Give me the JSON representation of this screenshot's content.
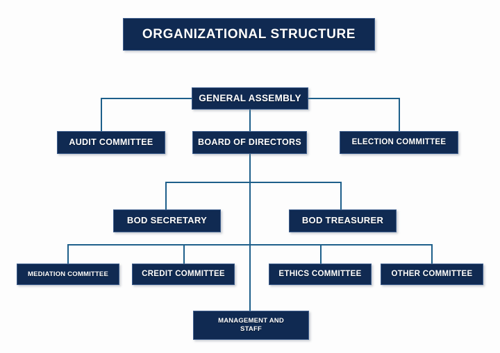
{
  "chart": {
    "kind": "organizational-chart",
    "title": "ORGANIZATIONAL STRUCTURE",
    "colors": {
      "node_fill": "#102a52",
      "node_border": "#3f5f8e",
      "connector": "#1d5f8a",
      "text": "#ffffff",
      "background": "#fdfdfd"
    },
    "nodes": {
      "general_assembly": "GENERAL ASSEMBLY",
      "audit_committee": "AUDIT COMMITTEE",
      "board_of_directors": "BOARD OF DIRECTORS",
      "election_committee": "ELECTION COMMITTEE",
      "bod_secretary": "BOD SECRETARY",
      "bod_treasurer": "BOD TREASURER",
      "mediation_committee": "MEDIATION COMMITTEE",
      "credit_committee": "CREDIT COMMITTEE",
      "ethics_committee": "ETHICS COMMITTEE",
      "other_committee": "OTHER COMMITTEE",
      "management_and_staff_line1": "MANAGEMENT AND",
      "management_and_staff_line2": "STAFF"
    }
  }
}
